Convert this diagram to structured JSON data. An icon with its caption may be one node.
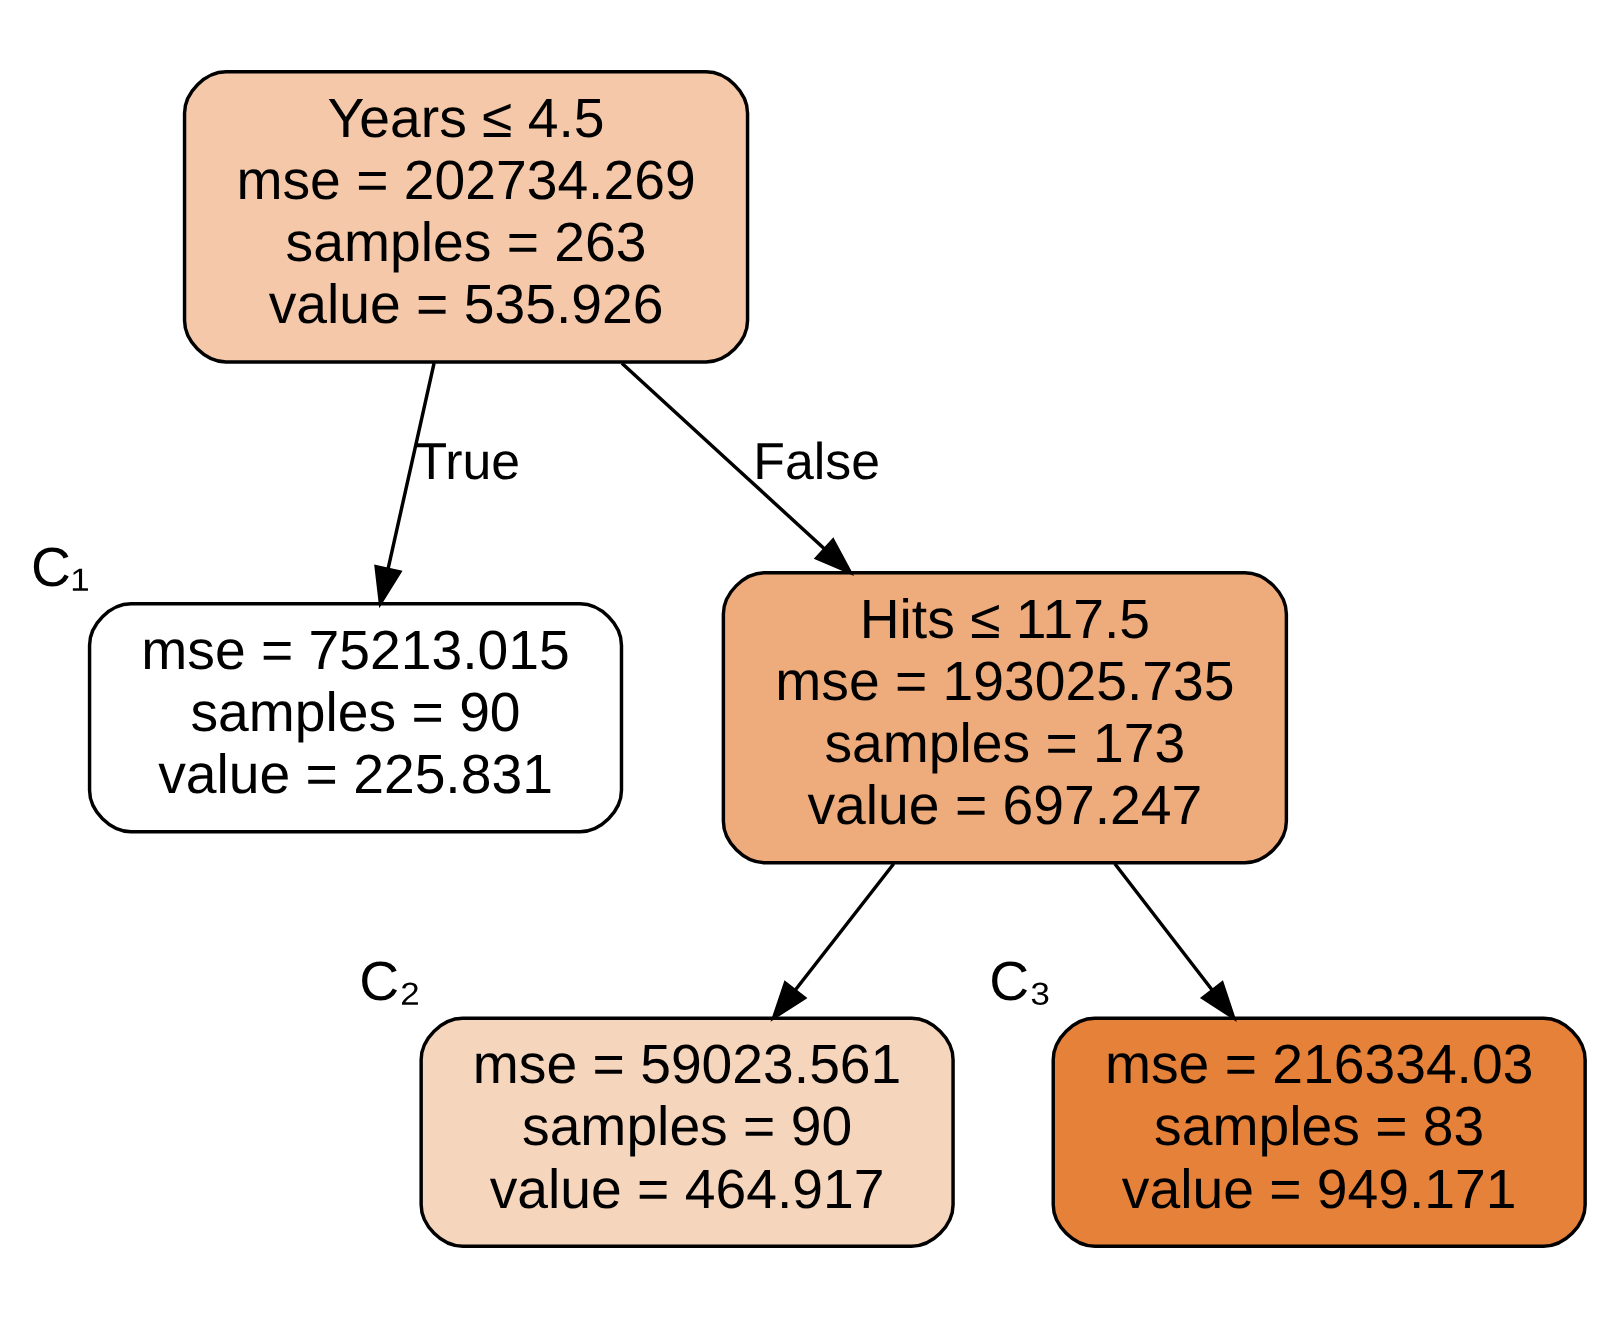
{
  "diagram": {
    "nodes": [
      {
        "text": [
          "Years ≤ 4.5 mse = 202734.269 samples = 263 value = 535.926"
        ]
      },
      {
        "text": [
          "mse = 75213.015 samples = 90 value = 225.831"
        ],
        "beside": [
          "C₁"
        ]
      },
      {
        "text": [
          "Hits ≤ 117.5 mse = 193025.735 samples = 173 value = 697.247"
        ]
      },
      {
        "text": [
          "mse = 59023.561 samples = 90 value = 464.917"
        ],
        "beside": [
          "C₂"
        ]
      },
      {
        "text": [
          "mse = 216334.03 samples = 83 value = 949.171"
        ],
        "beside": [
          "C₃"
        ]
      }
    ],
    "edges": [
      {
        "from": 0,
        "to": 1,
        "arrow": "to",
        "label": "True"
      },
      {
        "from": 0,
        "to": 2,
        "arrow": "to",
        "label": "False"
      },
      {
        "from": 2,
        "to": 3,
        "arrow": "to"
      },
      {
        "from": 2,
        "to": 4,
        "arrow": "to"
      }
    ]
  }
}
